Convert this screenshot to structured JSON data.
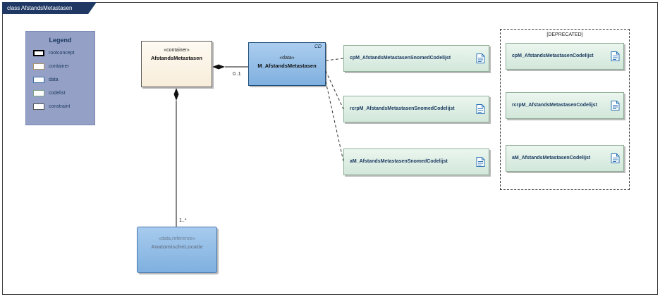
{
  "diagram": {
    "tab_title": "class AfstandsMetastasen"
  },
  "legend": {
    "title": "Legend",
    "items": [
      {
        "label": "rootconcept",
        "color": "#FFFFFF"
      },
      {
        "label": "container",
        "color": "#FCF4E6"
      },
      {
        "label": "data",
        "color": "#93BFE8"
      },
      {
        "label": "codelist",
        "color": "#D9ECDF"
      },
      {
        "label": "constraint",
        "color": "#FFFFFF"
      }
    ]
  },
  "nodes": {
    "container": {
      "stereotype": "«container»",
      "name": "AfstandsMetastasen"
    },
    "data": {
      "stereotype": "«data»",
      "name": "M_AfstandsMetastasen",
      "corner": "CD"
    },
    "reference": {
      "stereotype": "«data,reference»",
      "name": "AnatomischeLocatie"
    },
    "codelists": [
      {
        "name": "cpM_AfstandsMetastasenSnomedCodelijst"
      },
      {
        "name": "rcrpM_AfstandsMetastasenSnomedCodelijst"
      },
      {
        "name": "aM_AfstandsMetastasenSnomedCodelijst"
      }
    ],
    "deprecated": {
      "label": "[DEPRECATED]",
      "codelists": [
        {
          "name": "cpM_AfstandsMetastasenCodelijst"
        },
        {
          "name": "rcrpM_AfstandsMetastasenCodelijst"
        },
        {
          "name": "aM_AfstandsMetastasenCodelijst"
        }
      ]
    }
  },
  "edges": {
    "composition_to_data": {
      "multiplicity": "0..1"
    },
    "composition_to_reference": {
      "multiplicity": "1..*"
    }
  },
  "icons": {
    "codelist": "document-icon"
  },
  "colors": {
    "tab_bg": "#1F3864",
    "legend_bg": "#95A0C6",
    "container_fill": "#FCF4E6",
    "data_fill": "#93BFE8",
    "codelist_fill": "#D9ECDF",
    "text_dark": "#17375E"
  }
}
